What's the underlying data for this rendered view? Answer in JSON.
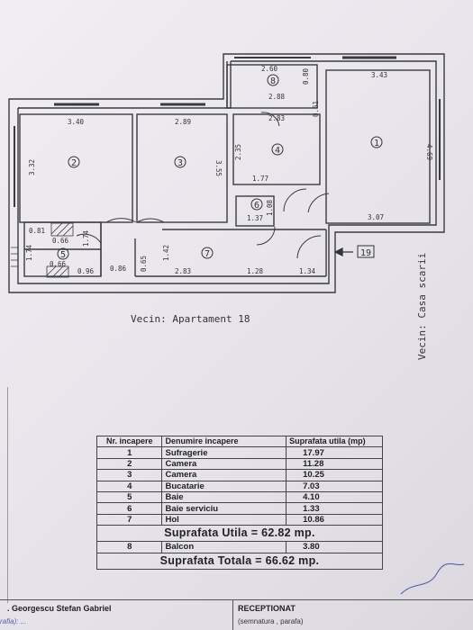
{
  "plan": {
    "rooms": [
      {
        "id": "room-1",
        "number": "1"
      },
      {
        "id": "room-2",
        "number": "2"
      },
      {
        "id": "room-3",
        "number": "3"
      },
      {
        "id": "room-4",
        "number": "4"
      },
      {
        "id": "room-5",
        "number": "5"
      },
      {
        "id": "room-6",
        "number": "6"
      },
      {
        "id": "room-7",
        "number": "7"
      },
      {
        "id": "room-8",
        "number": "8"
      }
    ],
    "dimensions": [
      "2.60",
      "2.88",
      "0.80",
      "0.61",
      "3.43",
      "4.69",
      "3.07",
      "2.83",
      "2.35",
      "1.77",
      "1.37",
      "1.08",
      "3.40",
      "3.32",
      "2.89",
      "3.55",
      "0.81",
      "0.66",
      "1.74",
      "0.66",
      "0.96",
      "1.74",
      "0.86",
      "0.65",
      "1.42",
      "2.83",
      "1.28",
      "1.34"
    ],
    "entrance_label": "19",
    "neighbor_bottom": "Vecin: Apartament 18",
    "neighbor_right": "Vecin: Casa scarii"
  },
  "table": {
    "headers": {
      "nr": "Nr. incapere",
      "name": "Denumire incapere",
      "area": "Suprafata utila (mp)"
    },
    "rows": [
      {
        "nr": "1",
        "name": "Sufragerie",
        "area": "17.97"
      },
      {
        "nr": "2",
        "name": "Camera",
        "area": "11.28"
      },
      {
        "nr": "3",
        "name": "Camera",
        "area": "10.25"
      },
      {
        "nr": "4",
        "name": "Bucatarie",
        "area": "7.03"
      },
      {
        "nr": "5",
        "name": "Baie",
        "area": "4.10"
      },
      {
        "nr": "6",
        "name": "Baie serviciu",
        "area": "1.33"
      },
      {
        "nr": "7",
        "name": "Hol",
        "area": "10.86"
      }
    ],
    "useful_total": "Suprafata Utila = 62.82 mp.",
    "balcony": {
      "nr": "8",
      "name": "Balcon",
      "area": "3.80"
    },
    "grand_total": "Suprafata Totala = 66.62 mp."
  },
  "footer": {
    "author": ". Georgescu Stefan Gabriel",
    "received": "RECEPTIONAT",
    "signature_note": "(semnatura , parafa)",
    "stamp_text": "rafia): ..."
  }
}
